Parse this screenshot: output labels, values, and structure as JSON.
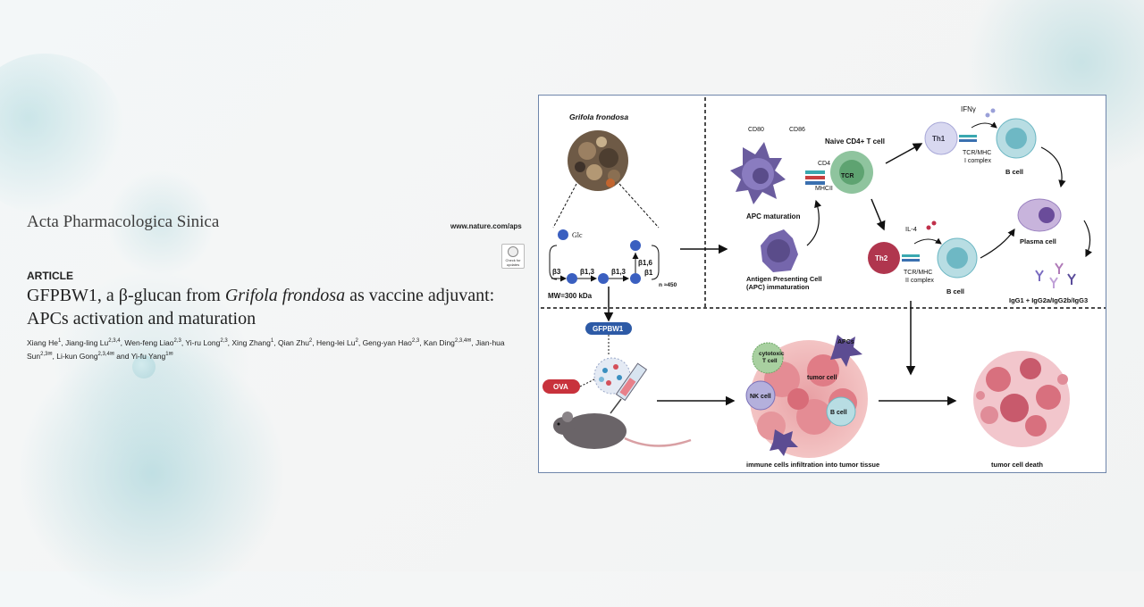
{
  "journal": "Acta Pharmacologica Sinica",
  "website": "www.nature.com/aps",
  "check_updates": "Check for updates",
  "article_label": "ARTICLE",
  "title_parts": {
    "pre": "GFPBW1, a β-glucan from ",
    "italic": "Grifola frondosa",
    "post": " as vaccine adjuvant: APCs activation and maturation"
  },
  "authors": [
    {
      "name": "Xiang He",
      "sup": "1"
    },
    {
      "name": "Jiang-ling Lu",
      "sup": "2,3,4"
    },
    {
      "name": "Wen-feng Liao",
      "sup": "2,3"
    },
    {
      "name": "Yi-ru Long",
      "sup": "2,3"
    },
    {
      "name": "Xing Zhang",
      "sup": "1"
    },
    {
      "name": "Qian Zhu",
      "sup": "2"
    },
    {
      "name": "Heng-lei Lu",
      "sup": "2"
    },
    {
      "name": "Geng-yan Hao",
      "sup": "2,3"
    },
    {
      "name": "Kan Ding",
      "sup": "2,3,4✉"
    },
    {
      "name": "Jian-hua Sun",
      "sup": "2,3✉"
    },
    {
      "name": "Li-kun Gong",
      "sup": "2,3,4✉"
    },
    {
      "name": "Yi-fu Yang",
      "sup": "1✉"
    }
  ],
  "figure": {
    "grifola_label": "Grifola frondosa",
    "glc": "Glc",
    "beta3": "β3",
    "beta13a": "β1,3",
    "beta13b": "β1,3",
    "beta16": "β1,6",
    "beta1": "β1",
    "mw": "MW=300 kDa",
    "n": "n ≈450",
    "cd80": "CD80",
    "cd86": "CD86",
    "naive": "Naive CD4+ T cell",
    "cd4": "CD4",
    "tcr": "TCR",
    "mhcii": "MHCII",
    "apc_maturation": "APC maturation",
    "apc_immature_1": "Antigen Presenting Cell",
    "apc_immature_2": "(APC) immaturation",
    "ifng": "IFNγ",
    "th1": "Th1",
    "tcr_mhc_1a": "TCR/MHC",
    "tcr_mhc_1b": "I complex",
    "bcell1": "B cell",
    "plasma": "Plasma cell",
    "il4": "IL-4",
    "th2": "Th2",
    "tcr_mhc_2a": "TCR/MHC",
    "tcr_mhc_2b": "II complex",
    "bcell2": "B cell",
    "igg": "IgG1 + IgG2a/IgG2b/IgG3",
    "gfpbw1": "GFPBW1",
    "ova": "OVA",
    "apcs": "APCs",
    "cytotoxic_1": "cytotoxic",
    "cytotoxic_2": "T cell",
    "tumor_cell": "tumor cell",
    "nk": "NK cell",
    "bcell3": "B cell",
    "infiltration": "immune cells infiltration into tumor tissue",
    "death": "tumor cell death"
  }
}
